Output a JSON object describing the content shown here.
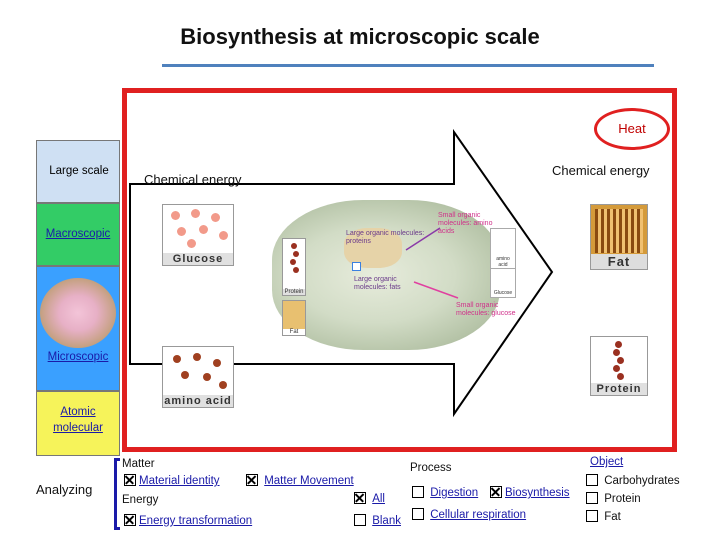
{
  "title": "Biosynthesis at microscopic scale",
  "heat_label": "Heat",
  "scales": {
    "large": "Large scale",
    "macroscopic": "Macroscopic",
    "microscopic": "Microscopic",
    "atomic_molecular": "Atomic molecular"
  },
  "energy": {
    "left": "Chemical energy",
    "right": "Chemical energy"
  },
  "images": {
    "glucose": "Glucose",
    "amino_acid": "amino acid",
    "fat": "Fat",
    "protein": "Protein",
    "small_protein_tag": "Protein",
    "small_fat_tag": "Fat"
  },
  "cell_annotations": {
    "small_amino": "Small organic molecules: amino acids",
    "large_proteins": "Large organic molecules: proteins",
    "large_fats": "Large organic molecules: fats",
    "small_glucose": "Small organic molecules: glucose",
    "amino_acid": "amino acid",
    "glucose": "Glucose"
  },
  "analyzing": {
    "label": "Analyzing",
    "matter_heading": "Matter",
    "material_identity": "Material identity",
    "matter_movement": "Matter Movement",
    "energy_heading": "Energy",
    "all": "All",
    "energy_transformation": "Energy transformation",
    "blank": "Blank",
    "process_heading": "Process",
    "digestion": "Digestion",
    "biosynthesis": "Biosynthesis",
    "cellular_respiration": "Cellular respiration",
    "object_heading": "Object",
    "carbohydrates": "Carbohydrates",
    "protein": "Protein",
    "fat": "Fat"
  },
  "checks": {
    "material_identity": true,
    "matter_movement": true,
    "all": true,
    "energy_transformation": true,
    "blank": false,
    "digestion": false,
    "biosynthesis": true,
    "cellular_respiration": false,
    "carbohydrates": false,
    "protein": false,
    "fat": false
  },
  "colors": {
    "frame": "#e02020",
    "title_rule": "#4f81bd",
    "macroscopic": "#33cc66",
    "microscopic": "#3aa0ff",
    "atomic_molecular": "#f6f35a",
    "link": "#1a1aa8"
  },
  "icons": {
    "checked": "checkbox-checked-icon",
    "unchecked": "checkbox-empty-icon"
  }
}
